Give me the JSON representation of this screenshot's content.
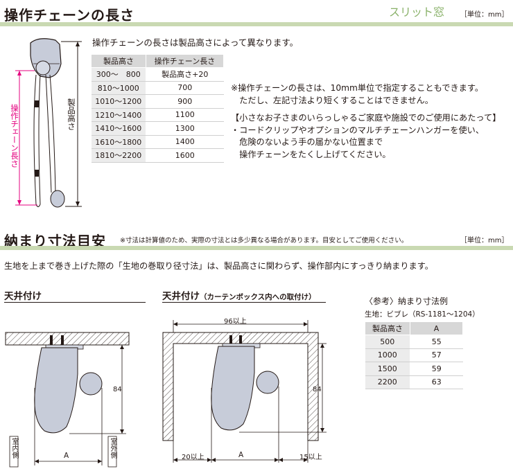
{
  "section1": {
    "title": "操作チェーンの長さ",
    "corner_label": "スリット窓",
    "unit": "［単位：mm］",
    "intro": "操作チェーンの長さは製品高さによって異なります。",
    "diagram": {
      "chain_label": "操作チェーン長さ",
      "height_label": "製品高さ"
    },
    "table": {
      "headers": [
        "製品高さ",
        "操作チェーン長さ"
      ],
      "rows": [
        [
          "300～　800",
          "製品高さ+20"
        ],
        [
          "810～1000",
          "700"
        ],
        [
          "1010～1200",
          "900"
        ],
        [
          "1210～1400",
          "1100"
        ],
        [
          "1410～1600",
          "1300"
        ],
        [
          "1610～1800",
          "1400"
        ],
        [
          "1810～2200",
          "1600"
        ]
      ]
    },
    "note_lines": [
      "※操作チェーンの長さは、10mm単位で指定することもできます。",
      "　ただし、左記寸法より短くすることはできません。"
    ],
    "safety_title": "【小さなお子さまのいらっしゃるご家庭や施設でのご使用にあたって】",
    "safety_lines": [
      "・コードクリップやオプションのマルチチェーンハンガーを使い、",
      "　危険のないよう手の届かない位置まで",
      "　操作チェーンをたくし上げてください。"
    ]
  },
  "section2": {
    "title": "納まり寸法目安",
    "caution": "※寸法は計算値のため、実際の寸法とは多少異なる場合があります。目安としてご使用ください。",
    "unit": "［単位：mm］",
    "lead": "生地を上まで巻き上げた際の「生地の巻取り径寸法」は、製品高さに関わらず、操作部内にすっきり納まります。",
    "left": {
      "title": "天井付け",
      "dim_height": "84",
      "dim_a": "A",
      "inside": "室内側",
      "outside": "室外側"
    },
    "middle": {
      "title": "天井付け",
      "title_sub": "（カーテンボックス内への取付け）",
      "dim_top": "96以上",
      "dim_height": "84",
      "dim_left": "20以上",
      "dim_a": "A",
      "dim_right": "15以上"
    },
    "reference": {
      "title": "〈参考〉納まり寸法例",
      "fabric": "生地：ビブレ（RS-1181～1204）",
      "headers": [
        "製品高さ",
        "A"
      ],
      "rows": [
        [
          "500",
          "55"
        ],
        [
          "1000",
          "57"
        ],
        [
          "1500",
          "59"
        ],
        [
          "2200",
          "63"
        ]
      ]
    }
  },
  "colors": {
    "accent_green": "#c9d9b2",
    "corner_label": "#8ab26a",
    "chain_label": "#e4007f",
    "product_fill": "#c7ccd9"
  }
}
